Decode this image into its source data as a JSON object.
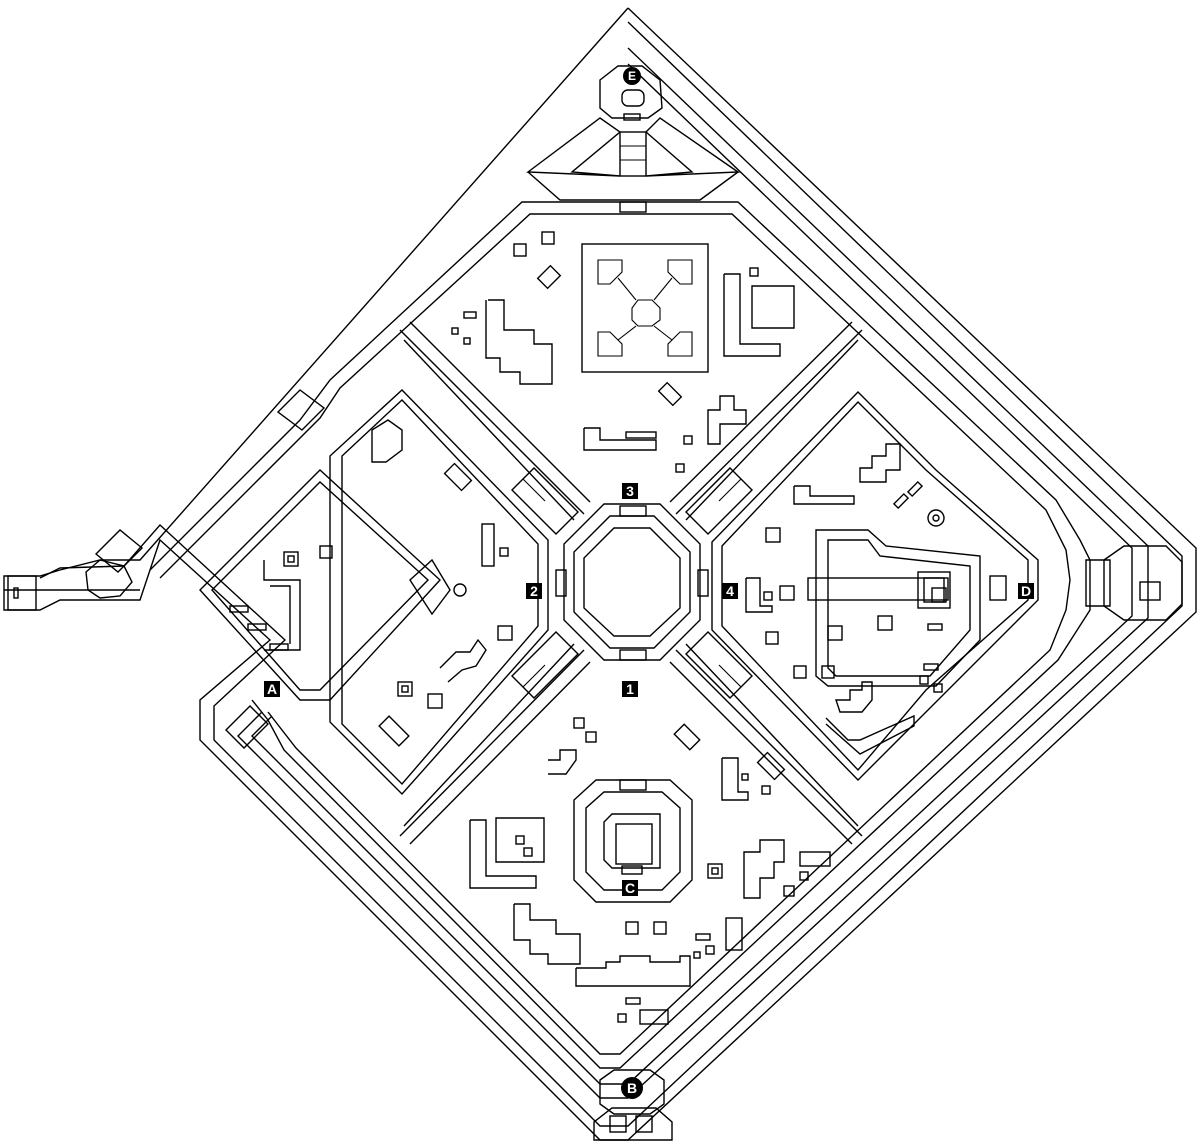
{
  "markers": {
    "m1": "1",
    "m2": "2",
    "m3": "3",
    "m4": "4",
    "mA": "A",
    "mB": "B",
    "mC": "C",
    "mD": "D",
    "mE": "E"
  }
}
